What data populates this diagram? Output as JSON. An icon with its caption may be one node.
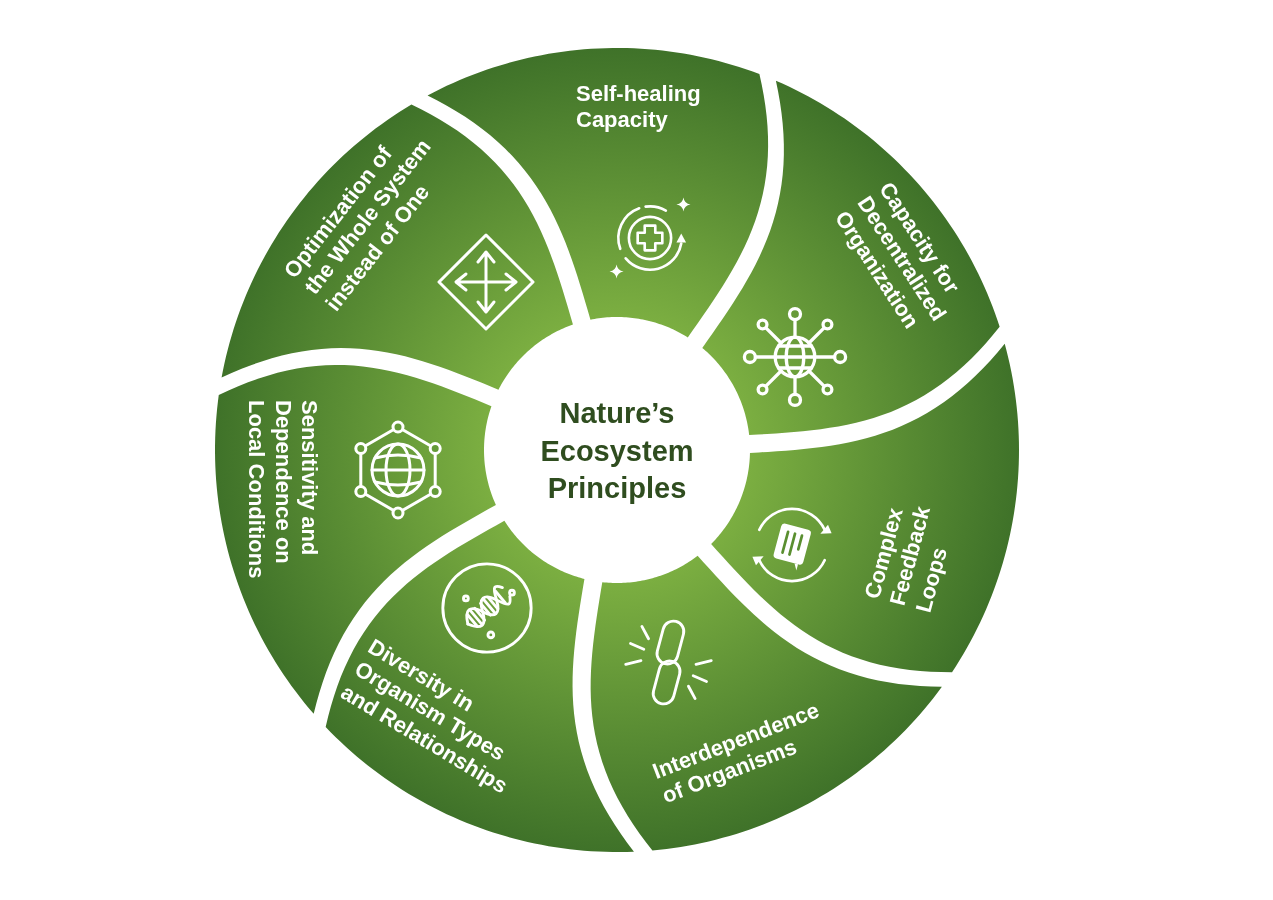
{
  "diagram": {
    "nodes": [
      {
        "text": [
          "Nature’s Ecosystem Principles"
        ]
      },
      {
        "text": [
          "Self-healing Capacity"
        ]
      },
      {
        "text": [
          "Capacity for Decentralized Organization"
        ]
      },
      {
        "text": [
          "Complex Feedback Loops"
        ]
      },
      {
        "text": [
          "Interdependence of Organisms"
        ]
      },
      {
        "text": [
          "Diversity in Organism Types and Relationships"
        ]
      },
      {
        "text": [
          "Sensitivity and Dependence on Local Conditions"
        ]
      },
      {
        "text": [
          "Optimization of the Whole System instead of One"
        ]
      }
    ]
  }
}
